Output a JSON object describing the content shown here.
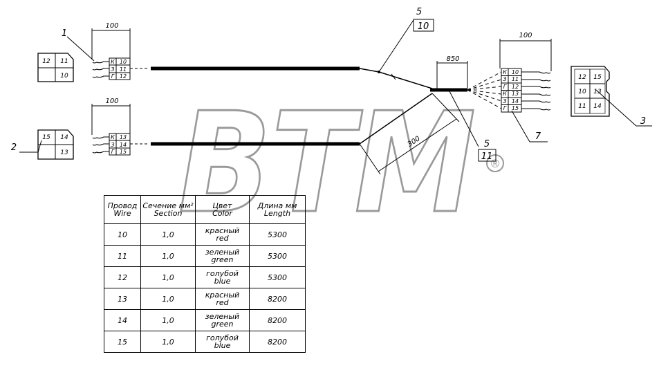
{
  "watermark": {
    "text": "BTM",
    "reg_mark": "®"
  },
  "callouts": {
    "c1": "1",
    "c2": "2",
    "c3": "3",
    "c5a": "5",
    "c5b": "5",
    "c7": "7"
  },
  "wire_tags": {
    "w10": "10",
    "w11": "11"
  },
  "dimensions": {
    "d100_left_top": "100",
    "d100_left_bottom": "100",
    "d100_right": "100",
    "d850": "850",
    "d300": "300"
  },
  "connector_left_top": {
    "housing_cells": [
      "12",
      "11",
      "10"
    ],
    "pin_rows": [
      {
        "k": "К",
        "n": "10"
      },
      {
        "k": "З",
        "n": "11"
      },
      {
        "k": "Г",
        "n": "12"
      }
    ]
  },
  "connector_left_bottom": {
    "housing_cells": [
      "15",
      "14",
      "13"
    ],
    "pin_rows": [
      {
        "k": "К",
        "n": "13"
      },
      {
        "k": "З",
        "n": "14"
      },
      {
        "k": "Г",
        "n": "15"
      }
    ]
  },
  "connector_right": {
    "pin_rows": [
      {
        "k": "К",
        "n": "10"
      },
      {
        "k": "З",
        "n": "11"
      },
      {
        "k": "Г",
        "n": "12"
      },
      {
        "k": "К",
        "n": "13"
      },
      {
        "k": "З",
        "n": "14"
      },
      {
        "k": "Г",
        "n": "15"
      }
    ],
    "housing_cells": [
      "12",
      "15",
      "10",
      "13",
      "11",
      "14"
    ]
  },
  "table": {
    "headers": [
      {
        "ru": "Провод",
        "en": "Wire"
      },
      {
        "ru": "Сечение мм²",
        "en": "Section"
      },
      {
        "ru": "Цвет",
        "en": "Color"
      },
      {
        "ru": "Длина мм",
        "en": "Length"
      }
    ],
    "rows": [
      {
        "wire": "10",
        "section": "1,0",
        "color_ru": "красный",
        "color_en": "red",
        "length": "5300"
      },
      {
        "wire": "11",
        "section": "1,0",
        "color_ru": "зеленый",
        "color_en": "green",
        "length": "5300"
      },
      {
        "wire": "12",
        "section": "1,0",
        "color_ru": "голубой",
        "color_en": "blue",
        "length": "5300"
      },
      {
        "wire": "13",
        "section": "1,0",
        "color_ru": "красный",
        "color_en": "red",
        "length": "8200"
      },
      {
        "wire": "14",
        "section": "1,0",
        "color_ru": "зеленый",
        "color_en": "green",
        "length": "8200"
      },
      {
        "wire": "15",
        "section": "1,0",
        "color_ru": "голубой",
        "color_en": "blue",
        "length": "8200"
      }
    ]
  }
}
